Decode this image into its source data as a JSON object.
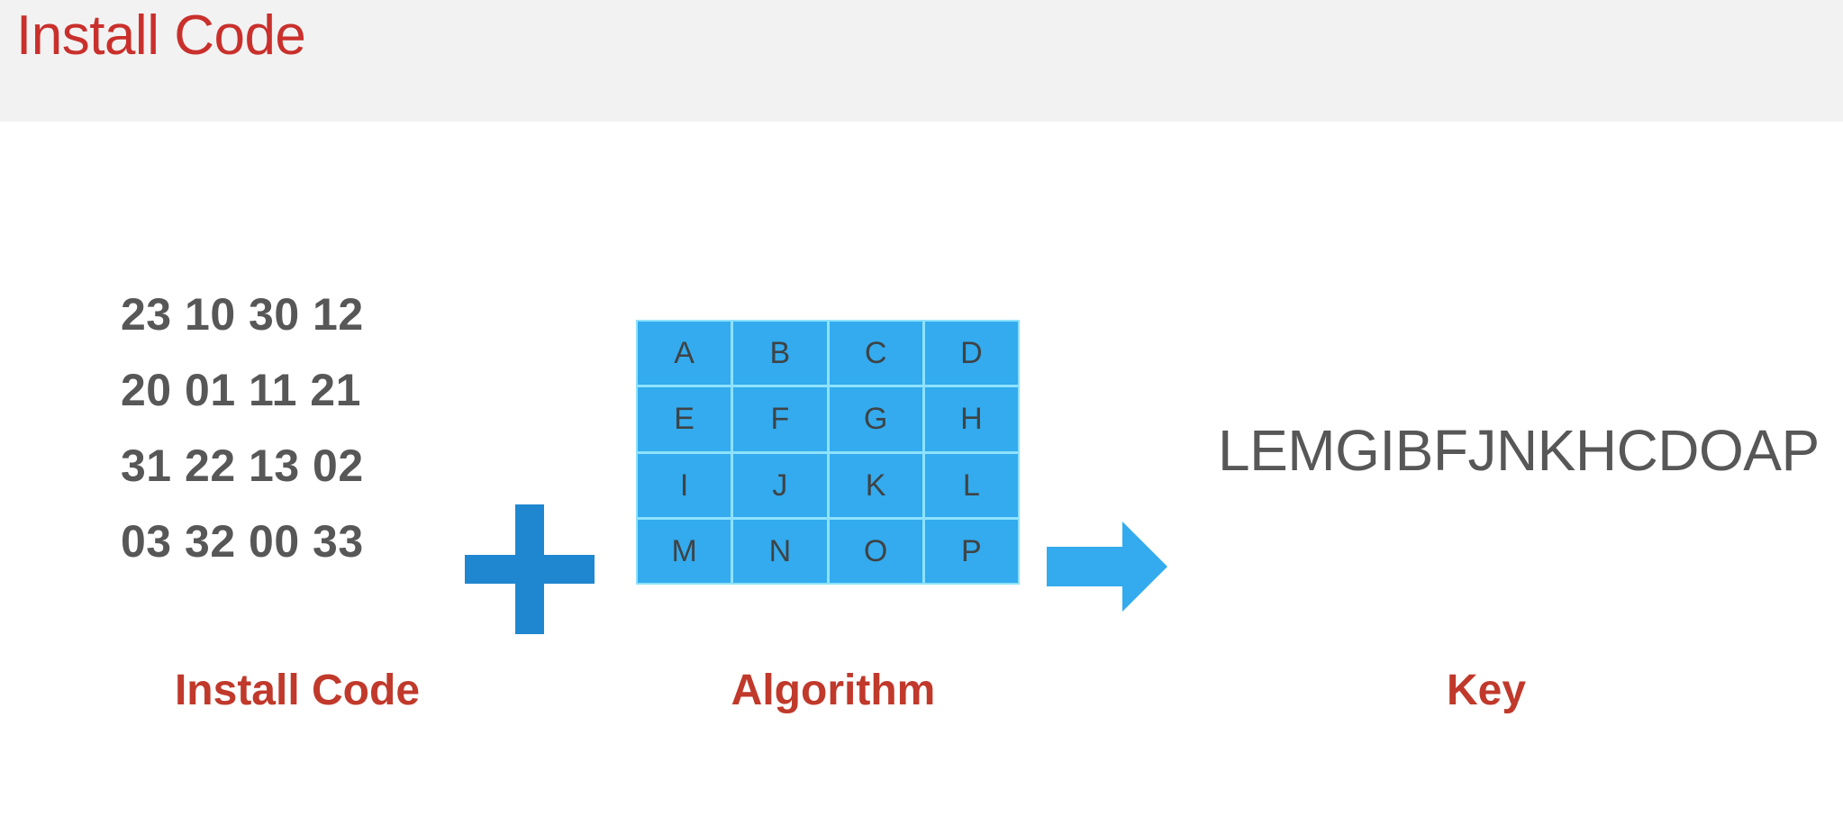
{
  "header": {
    "title": "Install Code",
    "band_color": "#f2f2f2",
    "title_color": "#c9302c"
  },
  "colors": {
    "accent_blue_light": "#33abee",
    "accent_blue_dark": "#1f87d0",
    "grid_line": "#8ee2fd",
    "text_gray": "#575757",
    "label_red": "#c0392b"
  },
  "install_code": {
    "rows": [
      "23 10 30 12",
      "20 01 11 21",
      "31 22 13 02",
      "03 32 00 33"
    ]
  },
  "algorithm": {
    "rows": 4,
    "cols": 4,
    "cells": [
      "A",
      "B",
      "C",
      "D",
      "E",
      "F",
      "G",
      "H",
      "I",
      "J",
      "K",
      "L",
      "M",
      "N",
      "O",
      "P"
    ]
  },
  "operators": {
    "plus": "plus-sign",
    "arrow": "right-arrow"
  },
  "key": {
    "value": "LEMGIBFJNKHCDOAP"
  },
  "captions": {
    "install_code": "Install Code",
    "algorithm": "Algorithm",
    "key": "Key"
  }
}
